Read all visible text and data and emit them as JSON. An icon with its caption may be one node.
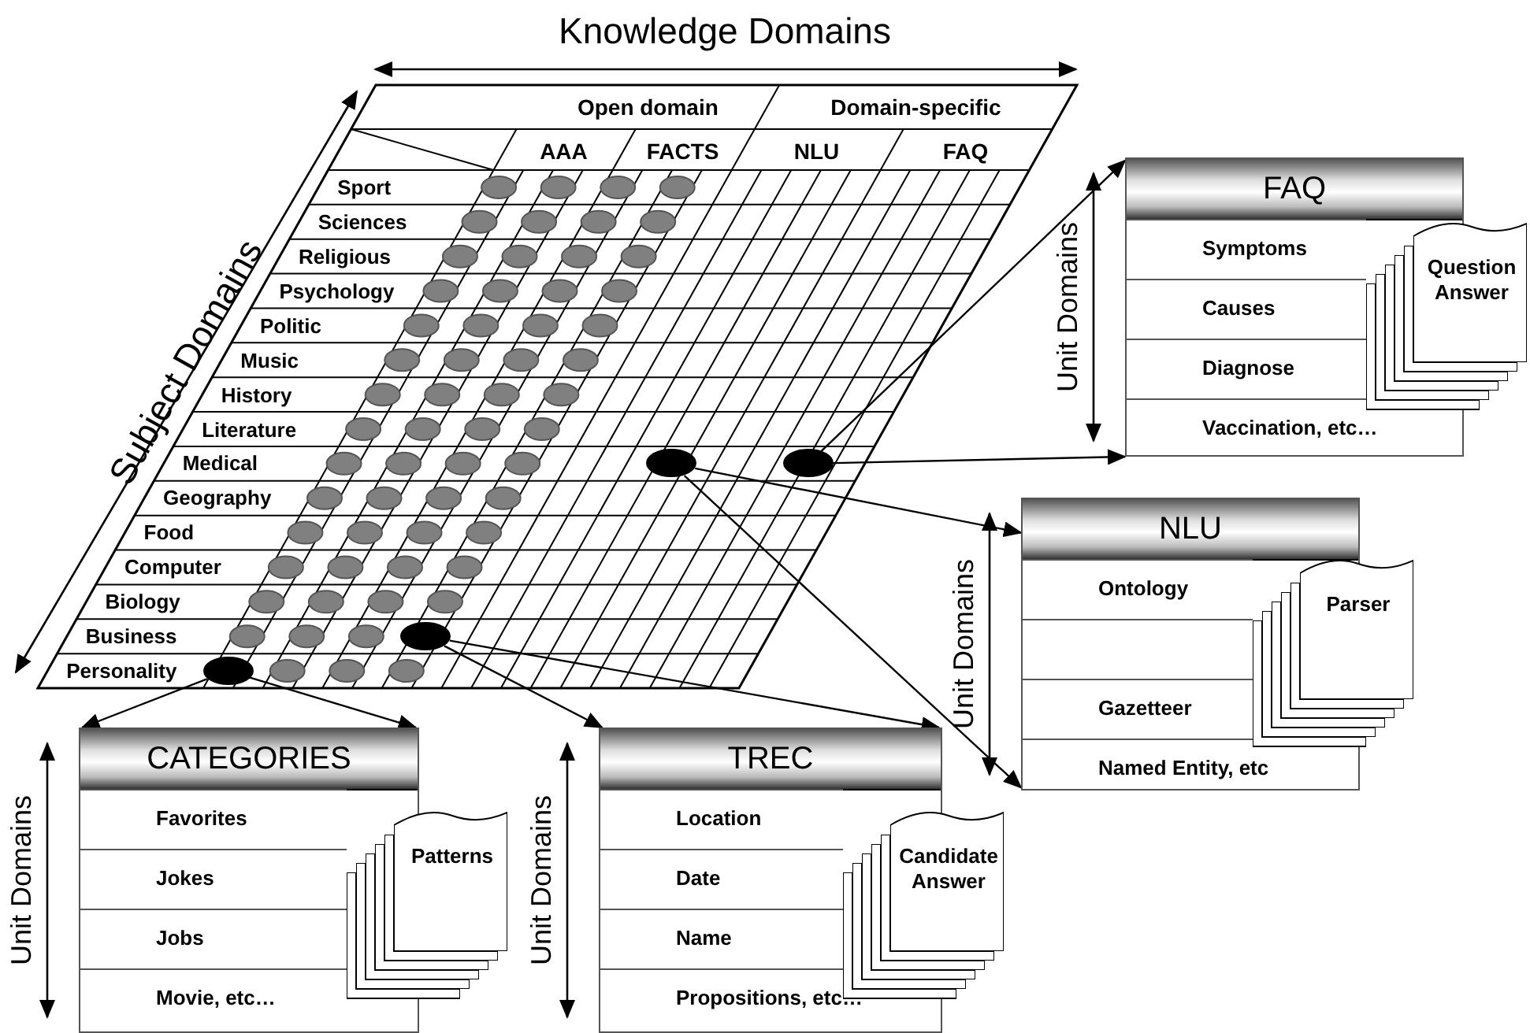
{
  "diagram": {
    "nodes": [
      {
        "text": [
          "FAQ"
        ]
      },
      {
        "text": [
          "Symptoms"
        ],
        "in": 0
      },
      {
        "text": [
          "Causes"
        ],
        "in": 0
      },
      {
        "text": [
          "Diagnose"
        ],
        "in": 0
      },
      {
        "text": [
          "Vaccination, etc…"
        ],
        "in": 0
      },
      {
        "text": [
          "Question Answer"
        ]
      },
      {
        "text": [],
        "shape": "circle"
      },
      {
        "text": [],
        "shape": "circle"
      },
      {
        "text": [
          "NLU"
        ]
      },
      {
        "text": [
          "Ontology"
        ],
        "in": 8
      },
      {
        "text": [],
        "shape": "box",
        "in": 8
      },
      {
        "text": [
          "Gazetteer"
        ],
        "in": 8
      },
      {
        "text": [
          "Named Entity, etc"
        ],
        "in": 8
      },
      {
        "text": [
          "Parser"
        ]
      },
      {
        "text": [],
        "shape": "circle"
      },
      {
        "text": [],
        "shape": "circle"
      },
      {
        "text": [
          "CATEGORIES"
        ]
      },
      {
        "text": [
          "Favorites"
        ],
        "in": 16
      },
      {
        "text": [
          "Jokes"
        ],
        "in": 16
      },
      {
        "text": [
          "Jobs"
        ],
        "in": 16
      },
      {
        "text": [
          "Movie, etc…"
        ],
        "in": 16
      },
      {
        "text": [
          "Patterns"
        ]
      },
      {
        "text": [
          "TREC"
        ]
      },
      {
        "text": [
          "Location"
        ],
        "in": 22
      },
      {
        "text": [
          "Date"
        ],
        "in": 22
      },
      {
        "text": [
          "Name"
        ],
        "in": 22
      },
      {
        "text": [
          "Propositions, etc…"
        ],
        "in": 22
      },
      {
        "text": [
          "Candidate Answer"
        ]
      }
    ],
    "edges": [
      {
        "from": 7,
        "to": 0,
        "arrow": "to"
      },
      {
        "from": 7,
        "to": 0,
        "arrow": "to"
      },
      {
        "from": 6,
        "to": 8,
        "arrow": "to"
      },
      {
        "from": 6,
        "to": 8,
        "arrow": "to"
      },
      {
        "from": 15,
        "to": 16,
        "arrow": "to"
      },
      {
        "from": 15,
        "to": 16,
        "arrow": "to"
      },
      {
        "from": 14,
        "to": 22,
        "arrow": "to"
      },
      {
        "from": 14,
        "to": 22,
        "arrow": "to"
      }
    ],
    "labels": [
      "Knowledge Domains",
      "Subject Domains",
      "Open domain",
      "Domain-specific",
      "AAA",
      "FACTS",
      "NLU",
      "FAQ",
      "Sport",
      "Sciences",
      "Religious",
      "Psychology",
      "Politic",
      "Music",
      "History",
      "Literature",
      "Medical",
      "Geography",
      "Food",
      "Computer",
      "Biology",
      "Business",
      "Personality",
      "Unit Domains",
      "Unit Domains",
      "Unit Domains",
      "Unit Domains"
    ]
  }
}
